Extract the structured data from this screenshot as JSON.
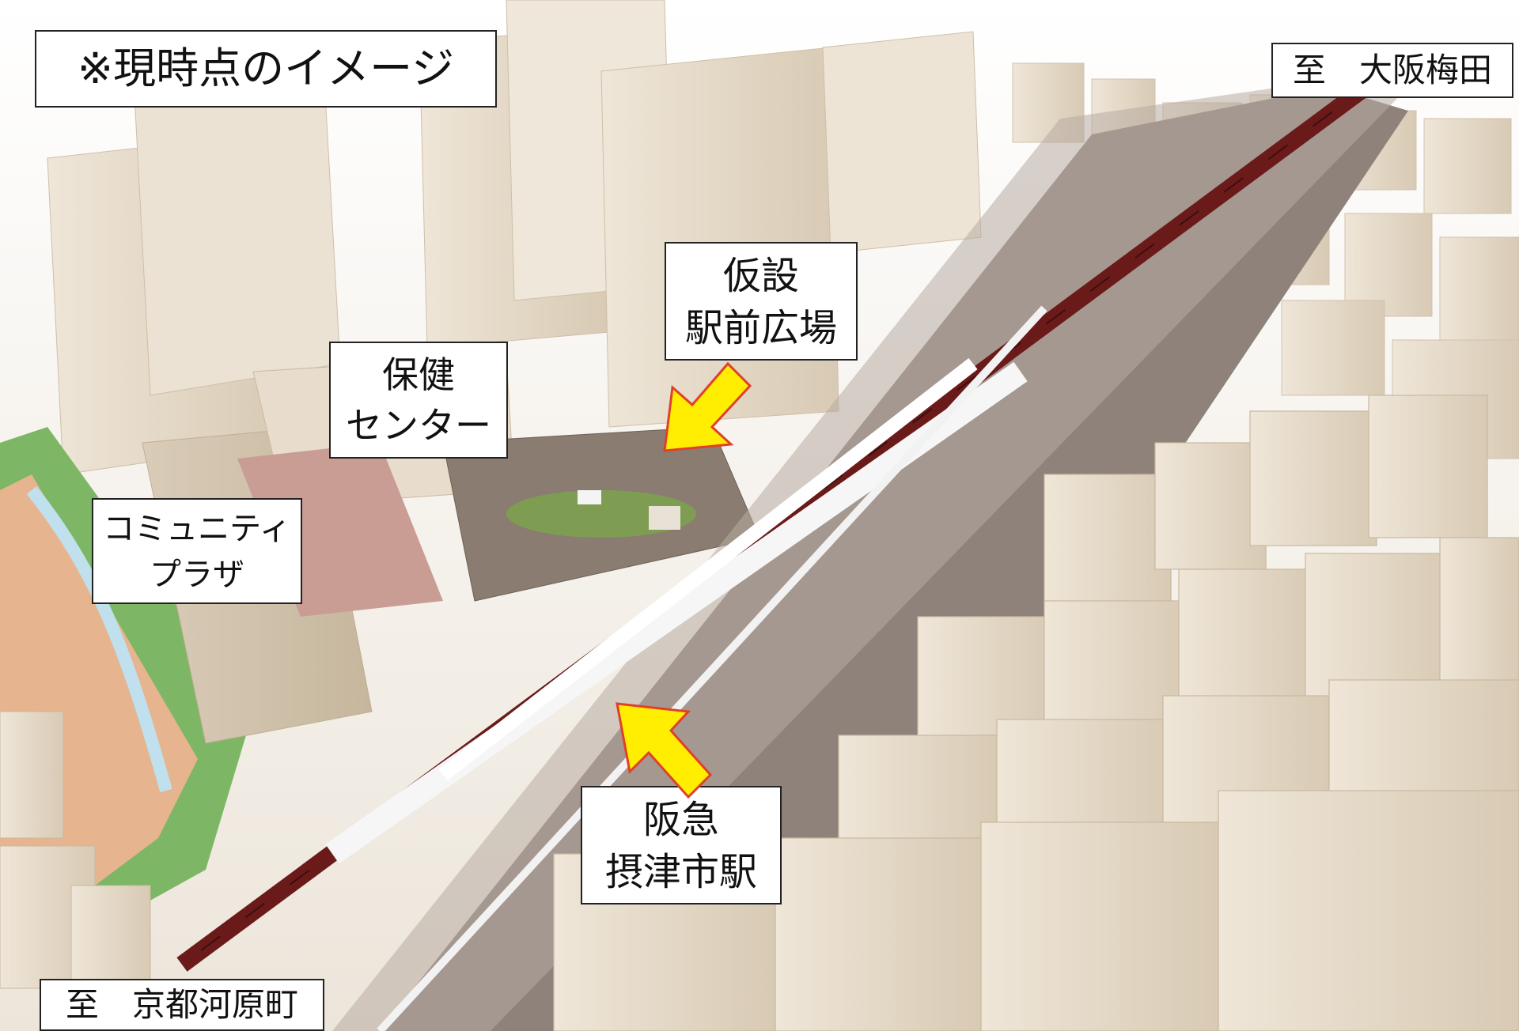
{
  "labels": {
    "notice": "※現時点のイメージ",
    "to_umeda": "至　大阪梅田",
    "to_kawaramachi": "至　京都河原町",
    "temp_plaza_line1": "仮設",
    "temp_plaza_line2": "駅前広場",
    "health_line1": "保健",
    "health_line2": "センター",
    "community_line1": "コミュニティ",
    "community_line2": "プラザ",
    "station_line1": "阪急",
    "station_line2": "摂津市駅"
  },
  "colors": {
    "arrow_fill": "#ffee00",
    "arrow_stroke": "#e0402a",
    "train": "#6b1a1a",
    "building": "#e4d8c6",
    "ground_gravel": "#8c7f76",
    "park_green": "#6fae5a"
  }
}
